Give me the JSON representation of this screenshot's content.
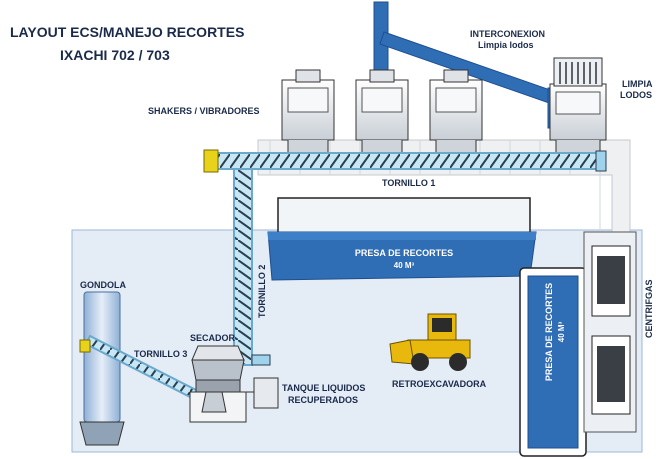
{
  "title": {
    "line1": "LAYOUT ECS/MANEJO RECORTES",
    "line2": "IXACHI 702 / 703"
  },
  "labels": {
    "interconexion_line1": "INTERCONEXION",
    "interconexion_line2": "Limpia lodos",
    "limpia_lodos_line1": "LIMPIA",
    "limpia_lodos_line2": "LODOS",
    "shakers": "SHAKERS / VIBRADORES",
    "tornillo1": "TORNILLO 1",
    "tornillo2": "TORNILLO 2",
    "tornillo3": "TORNILLO 3",
    "gondola": "GONDOLA",
    "secador": "SECADOR",
    "tanque_line1": "TANQUE LIQUIDOS",
    "tanque_line2": "RECUPERADOS",
    "presa1_line1": "PRESA DE RECORTES",
    "presa1_line2": "40 M³",
    "presa2_line1": "PRESA DE RECORTES",
    "presa2_line2": "40 M³",
    "retro": "RETROEXCAVADORA",
    "centrifugas": "CENTRIFGAS"
  },
  "colors": {
    "blue": "#2f6db5",
    "dark_blue": "#1f4f8f",
    "conveyor": "#9fd3ec",
    "pad": "#e4ecf6",
    "pad_border": "#9db7d8",
    "text": "#1a2a4a",
    "loader": "#e8b80c"
  }
}
